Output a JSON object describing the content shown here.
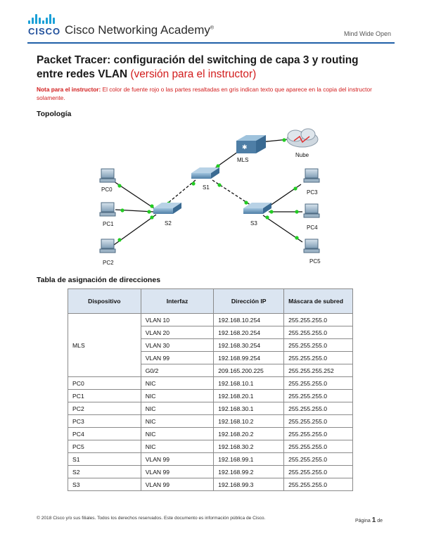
{
  "header": {
    "brand": "CISCO",
    "academy": "Cisco Networking Academy",
    "trademark": "®",
    "tagline": "Mind Wide Open"
  },
  "document": {
    "title_line1": "Packet Tracer: configuración del switching de capa 3 y routing",
    "title_line2": "entre redes VLAN",
    "title_suffix": " (versión para el instructor)",
    "note_label": "Nota para el instructor:",
    "note_text": " El color de fuente rojo o las partes resaltadas en gris indican texto que aparece en la copia del instructor solamente.",
    "topology_heading": "Topología",
    "table_heading": "Tabla de asignación de direcciones"
  },
  "topology": {
    "labels": {
      "mls": "MLS",
      "nube": "Nube",
      "s1": "S1",
      "s2": "S2",
      "s3": "S3",
      "pc0": "PC0",
      "pc1": "PC1",
      "pc2": "PC2",
      "pc3": "PC3",
      "pc4": "PC4",
      "pc5": "PC5"
    }
  },
  "address_table": {
    "headers": [
      "Dispositivo",
      "Interfaz",
      "Dirección IP",
      "Máscara de subred"
    ],
    "mls_device": "MLS",
    "mls_rows": [
      [
        "VLAN 10",
        "192.168.10.254",
        "255.255.255.0"
      ],
      [
        "VLAN 20",
        "192.168.20.254",
        "255.255.255.0"
      ],
      [
        "VLAN 30",
        "192.168.30.254",
        "255.255.255.0"
      ],
      [
        "VLAN 99",
        "192.168.99.254",
        "255.255.255.0"
      ],
      [
        "G0/2",
        "209.165.200.225",
        "255.255.255.252"
      ]
    ],
    "rows": [
      [
        "PC0",
        "NIC",
        "192.168.10.1",
        "255.255.255.0"
      ],
      [
        "PC1",
        "NIC",
        "192.168.20.1",
        "255.255.255.0"
      ],
      [
        "PC2",
        "NIC",
        "192.168.30.1",
        "255.255.255.0"
      ],
      [
        "PC3",
        "NIC",
        "192.168.10.2",
        "255.255.255.0"
      ],
      [
        "PC4",
        "NIC",
        "192.168.20.2",
        "255.255.255.0"
      ],
      [
        "PC5",
        "NIC",
        "192.168.30.2",
        "255.255.255.0"
      ],
      [
        "S1",
        "VLAN 99",
        "192.168.99.1",
        "255.255.255.0"
      ],
      [
        "S2",
        "VLAN 99",
        "192.168.99.2",
        "255.255.255.0"
      ],
      [
        "S3",
        "VLAN 99",
        "192.168.99.3",
        "255.255.255.0"
      ]
    ]
  },
  "footer": {
    "copyright": "© 2018 Cisco y/o sus filiales. Todos los derechos reservados. Este documento es información pública de Cisco.",
    "page_label": "Página",
    "page_number": "1",
    "page_of": "de"
  },
  "colors": {
    "brand_blue": "#1ba0d7",
    "rule_blue": "#1f5fa8",
    "instructor_red": "#d21c1c",
    "table_header_bg": "#dbe5f1",
    "link_green": "#22cc22"
  }
}
